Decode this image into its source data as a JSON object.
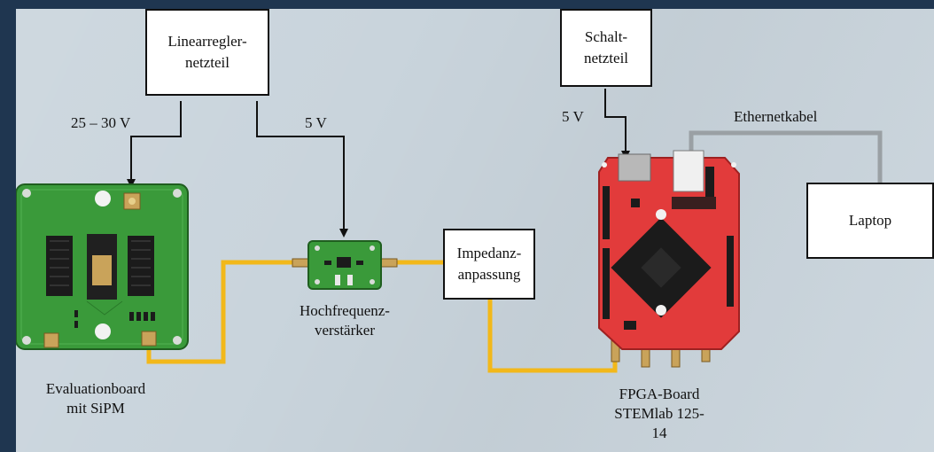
{
  "boxes": {
    "linear_supply": [
      "Linearregler-",
      "netzteil"
    ],
    "switch_supply": [
      "Schalt-",
      "netzteil"
    ],
    "impedance": [
      "Impedanz-",
      "anpassung"
    ],
    "laptop": "Laptop"
  },
  "labels": {
    "voltage_sipm": "25 – 30 V",
    "voltage_amp": "5 V",
    "voltage_fpga": "5 V",
    "ethernet": "Ethernetkabel"
  },
  "captions": {
    "evalboard": [
      "Evaluationboard",
      "mit SiPM"
    ],
    "amplifier": [
      "Hochfrequenz-",
      "verstärker"
    ],
    "fpga": [
      "FPGA-Board",
      "STEMlab 125-",
      "14"
    ]
  },
  "colors": {
    "background_outer": "#1f3650",
    "background_inner": "#c9d4dc",
    "coax_cable": "#f2b81a",
    "ethernet_cable": "#9aa0a4",
    "pcb_green": "#3a9a3a",
    "fpga_red": "#e23b3b"
  }
}
